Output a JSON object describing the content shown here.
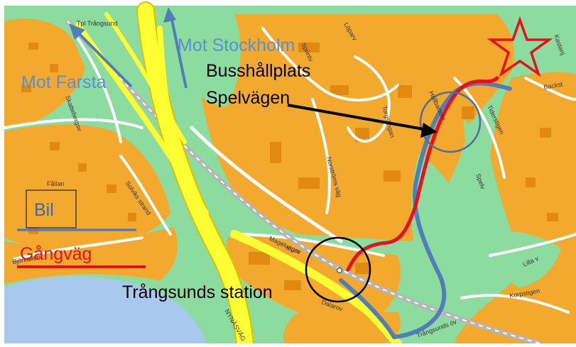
{
  "labels": {
    "mot_stockholm": "Mot Stockholm",
    "mot_farsta": "Mot Farsta",
    "busshallplats_line1": "Busshållplats",
    "busshallplats_line2": "Spelvägen",
    "trangsunds_station": "Trångsunds station"
  },
  "legend": {
    "bil": "Bil",
    "gangvag": "Gångväg"
  },
  "street_names": {
    "tpl_trangsund": "Tpl Trångsund",
    "skattebergsv": "Skattebergsv",
    "loparv": "Löparv",
    "sprintv": "Sprintv",
    "hallbacken": "Hällbacken",
    "torgsingan": "Torgslingan",
    "norstroms_vag": "Norströms väg",
    "tidersstigen": "Tiderstigen",
    "spelv": "Spelv",
    "backstigen": "Backst",
    "kastanj": "Kastanj",
    "fallan": "Fållan",
    "solviks_strand": "Solviks strand",
    "bjorkallen": "Björkallén",
    "murv": "Murv",
    "magelungsv": "Magelungsv",
    "dalarov": "Dalarov",
    "nynasvag": "NYNÄSVÄG",
    "lilla_v": "Lilla v",
    "korpstigen": "Korpstigen",
    "trangsunds_ov": "Trångsunds öv"
  },
  "colors": {
    "water": "#a9c8ee",
    "green": "#8cdca0",
    "residential": "#f2a92e",
    "building": "#e08a12",
    "highway": "#ffff33",
    "highway_edge": "#d6c200",
    "car_route": "#4f7fb6",
    "walk_route": "#e8101a",
    "direction_arrow": "#4f7fb6",
    "star": "#e8101a"
  },
  "icons": {
    "destination": "star-icon",
    "stockholm": "arrow-up-icon",
    "farsta": "arrow-up-left-icon",
    "bus_stop": "circle-marker-icon",
    "station": "circle-marker-icon"
  }
}
